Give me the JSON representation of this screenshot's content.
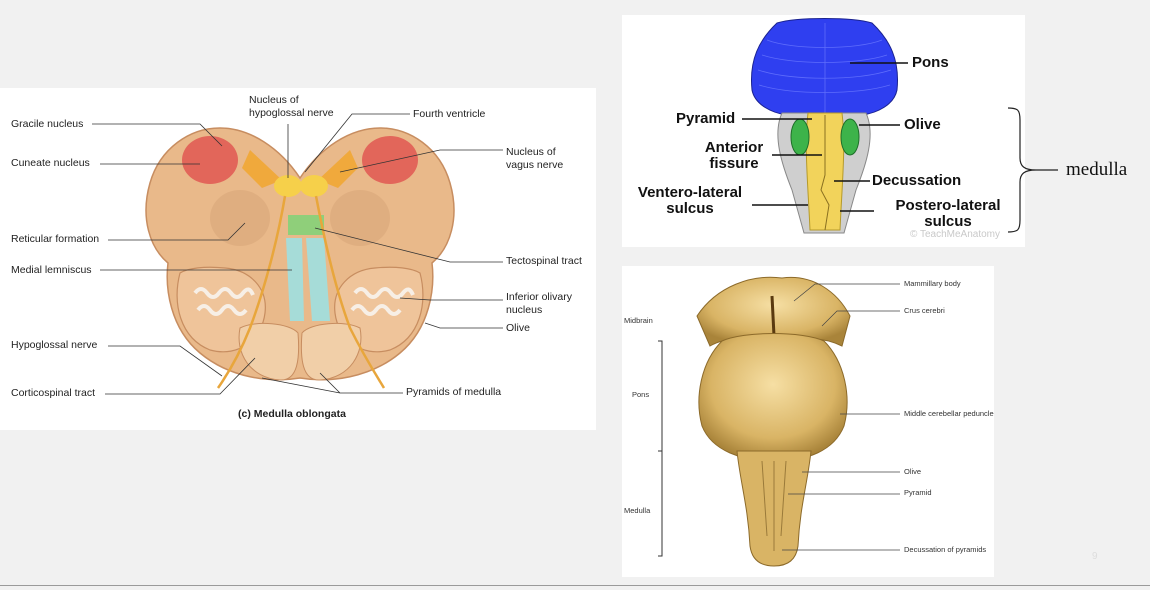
{
  "left_figure": {
    "caption": "(c) Medulla oblongata",
    "labels_left": {
      "gracile": "Gracile nucleus",
      "cuneate": "Cuneate nucleus",
      "reticular": "Reticular formation",
      "medial_lemniscus": "Medial lemniscus",
      "hypoglossal_nerve": "Hypoglossal nerve",
      "corticospinal": "Corticospinal tract"
    },
    "labels_top": {
      "hypoglossal_nucleus_line1": "Nucleus of",
      "hypoglossal_nucleus_line2": "hypoglossal nerve",
      "fourth_ventricle": "Fourth ventricle"
    },
    "labels_right": {
      "vagus_line1": "Nucleus of",
      "vagus_line2": "vagus nerve",
      "tectospinal": "Tectospinal tract",
      "inferior_olivary_line1": "Inferior olivary",
      "inferior_olivary_line2": "nucleus",
      "olive": "Olive",
      "pyramids": "Pyramids of medulla"
    }
  },
  "top_right_figure": {
    "labels": {
      "pons": "Pons",
      "pyramid": "Pyramid",
      "olive": "Olive",
      "anterior_line1": "Anterior",
      "anterior_line2": "fissure",
      "decussation": "Decussation",
      "ventero_line1": "Ventero-lateral",
      "ventero_line2": "sulcus",
      "postero_line1": "Postero-lateral",
      "postero_line2": "sulcus"
    },
    "watermark": "TeachMeAnatomy",
    "colors": {
      "pons": "#2f3ff0",
      "medulla": "#f2d35b",
      "olive": "#3db34a"
    }
  },
  "bracket_label": "medulla",
  "bottom_right_figure": {
    "side_labels": {
      "midbrain": "Midbrain",
      "pons": "Pons",
      "medulla": "Medulla"
    },
    "labels": {
      "mammillary": "Mammillary body",
      "crus": "Crus cerebri",
      "mcp": "Middle cerebellar peduncle",
      "olive": "Olive",
      "pyramid": "Pyramid",
      "decussation": "Decussation of pyramids"
    }
  },
  "page_number": "9"
}
